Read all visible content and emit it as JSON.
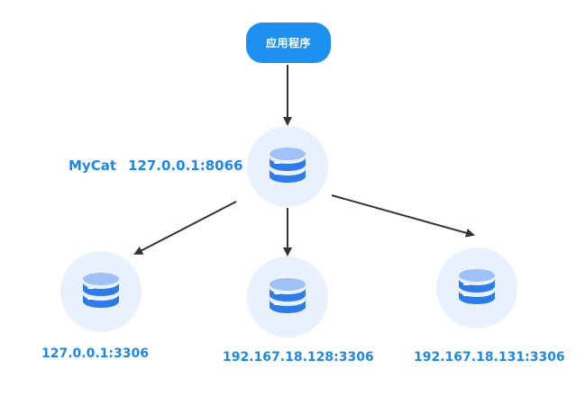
{
  "app": {
    "label": "应用程序"
  },
  "mycat": {
    "name": "MyCat",
    "address": "127.0.0.1:8066",
    "icon": "database-icon"
  },
  "databases": [
    {
      "address": "127.0.0.1:3306",
      "icon": "database-icon"
    },
    {
      "address": "192.167.18.128:3306",
      "icon": "database-icon"
    },
    {
      "address": "192.167.18.131:3306",
      "icon": "database-icon"
    }
  ],
  "colors": {
    "accent": "#1e90f0",
    "label": "#1e88e5",
    "node_circle": "#e9f1fd",
    "db_light": "#9fc1f5",
    "db_dark": "#2f7be8",
    "arrow": "#333333"
  }
}
